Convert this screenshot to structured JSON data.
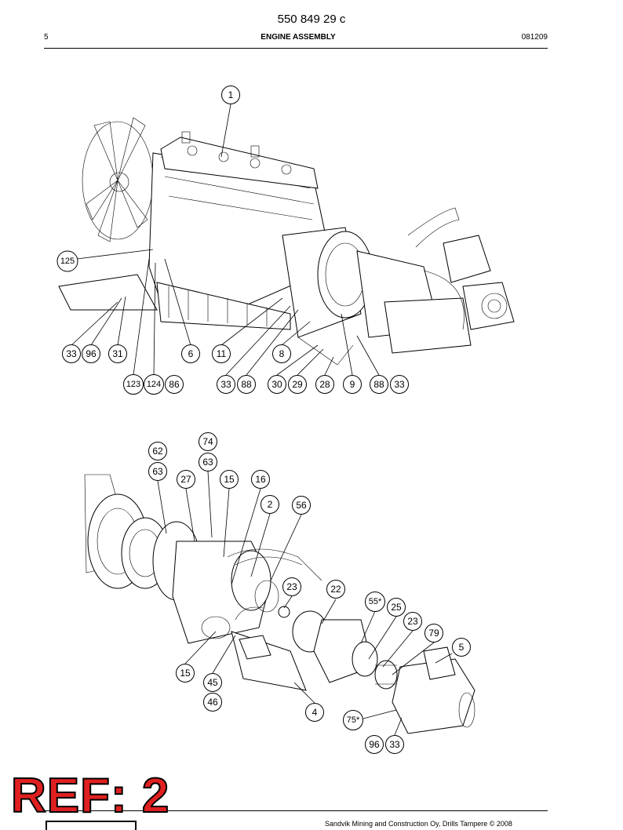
{
  "header": {
    "doc_number": "550 849 29 c",
    "page_number": "5",
    "section_title": "ENGINE ASSEMBLY",
    "revision_code": "081209"
  },
  "figure_top": {
    "callouts": [
      "1",
      "125",
      "33",
      "96",
      "31",
      "6",
      "11",
      "8",
      "123",
      "124",
      "86",
      "33",
      "88",
      "30",
      "29",
      "28",
      "9",
      "88",
      "33"
    ]
  },
  "figure_bottom": {
    "callouts": [
      "74",
      "62",
      "63",
      "63",
      "27",
      "15",
      "16",
      "2",
      "56",
      "23",
      "22",
      "55*",
      "25",
      "23",
      "79",
      "5",
      "15",
      "45",
      "46",
      "4",
      "75*",
      "96",
      "33"
    ]
  },
  "stamp": {
    "text": "REF: 2"
  },
  "footer": {
    "copyright": "Sandvik Mining and Construction Oy, Drills Tampere © 2008"
  }
}
